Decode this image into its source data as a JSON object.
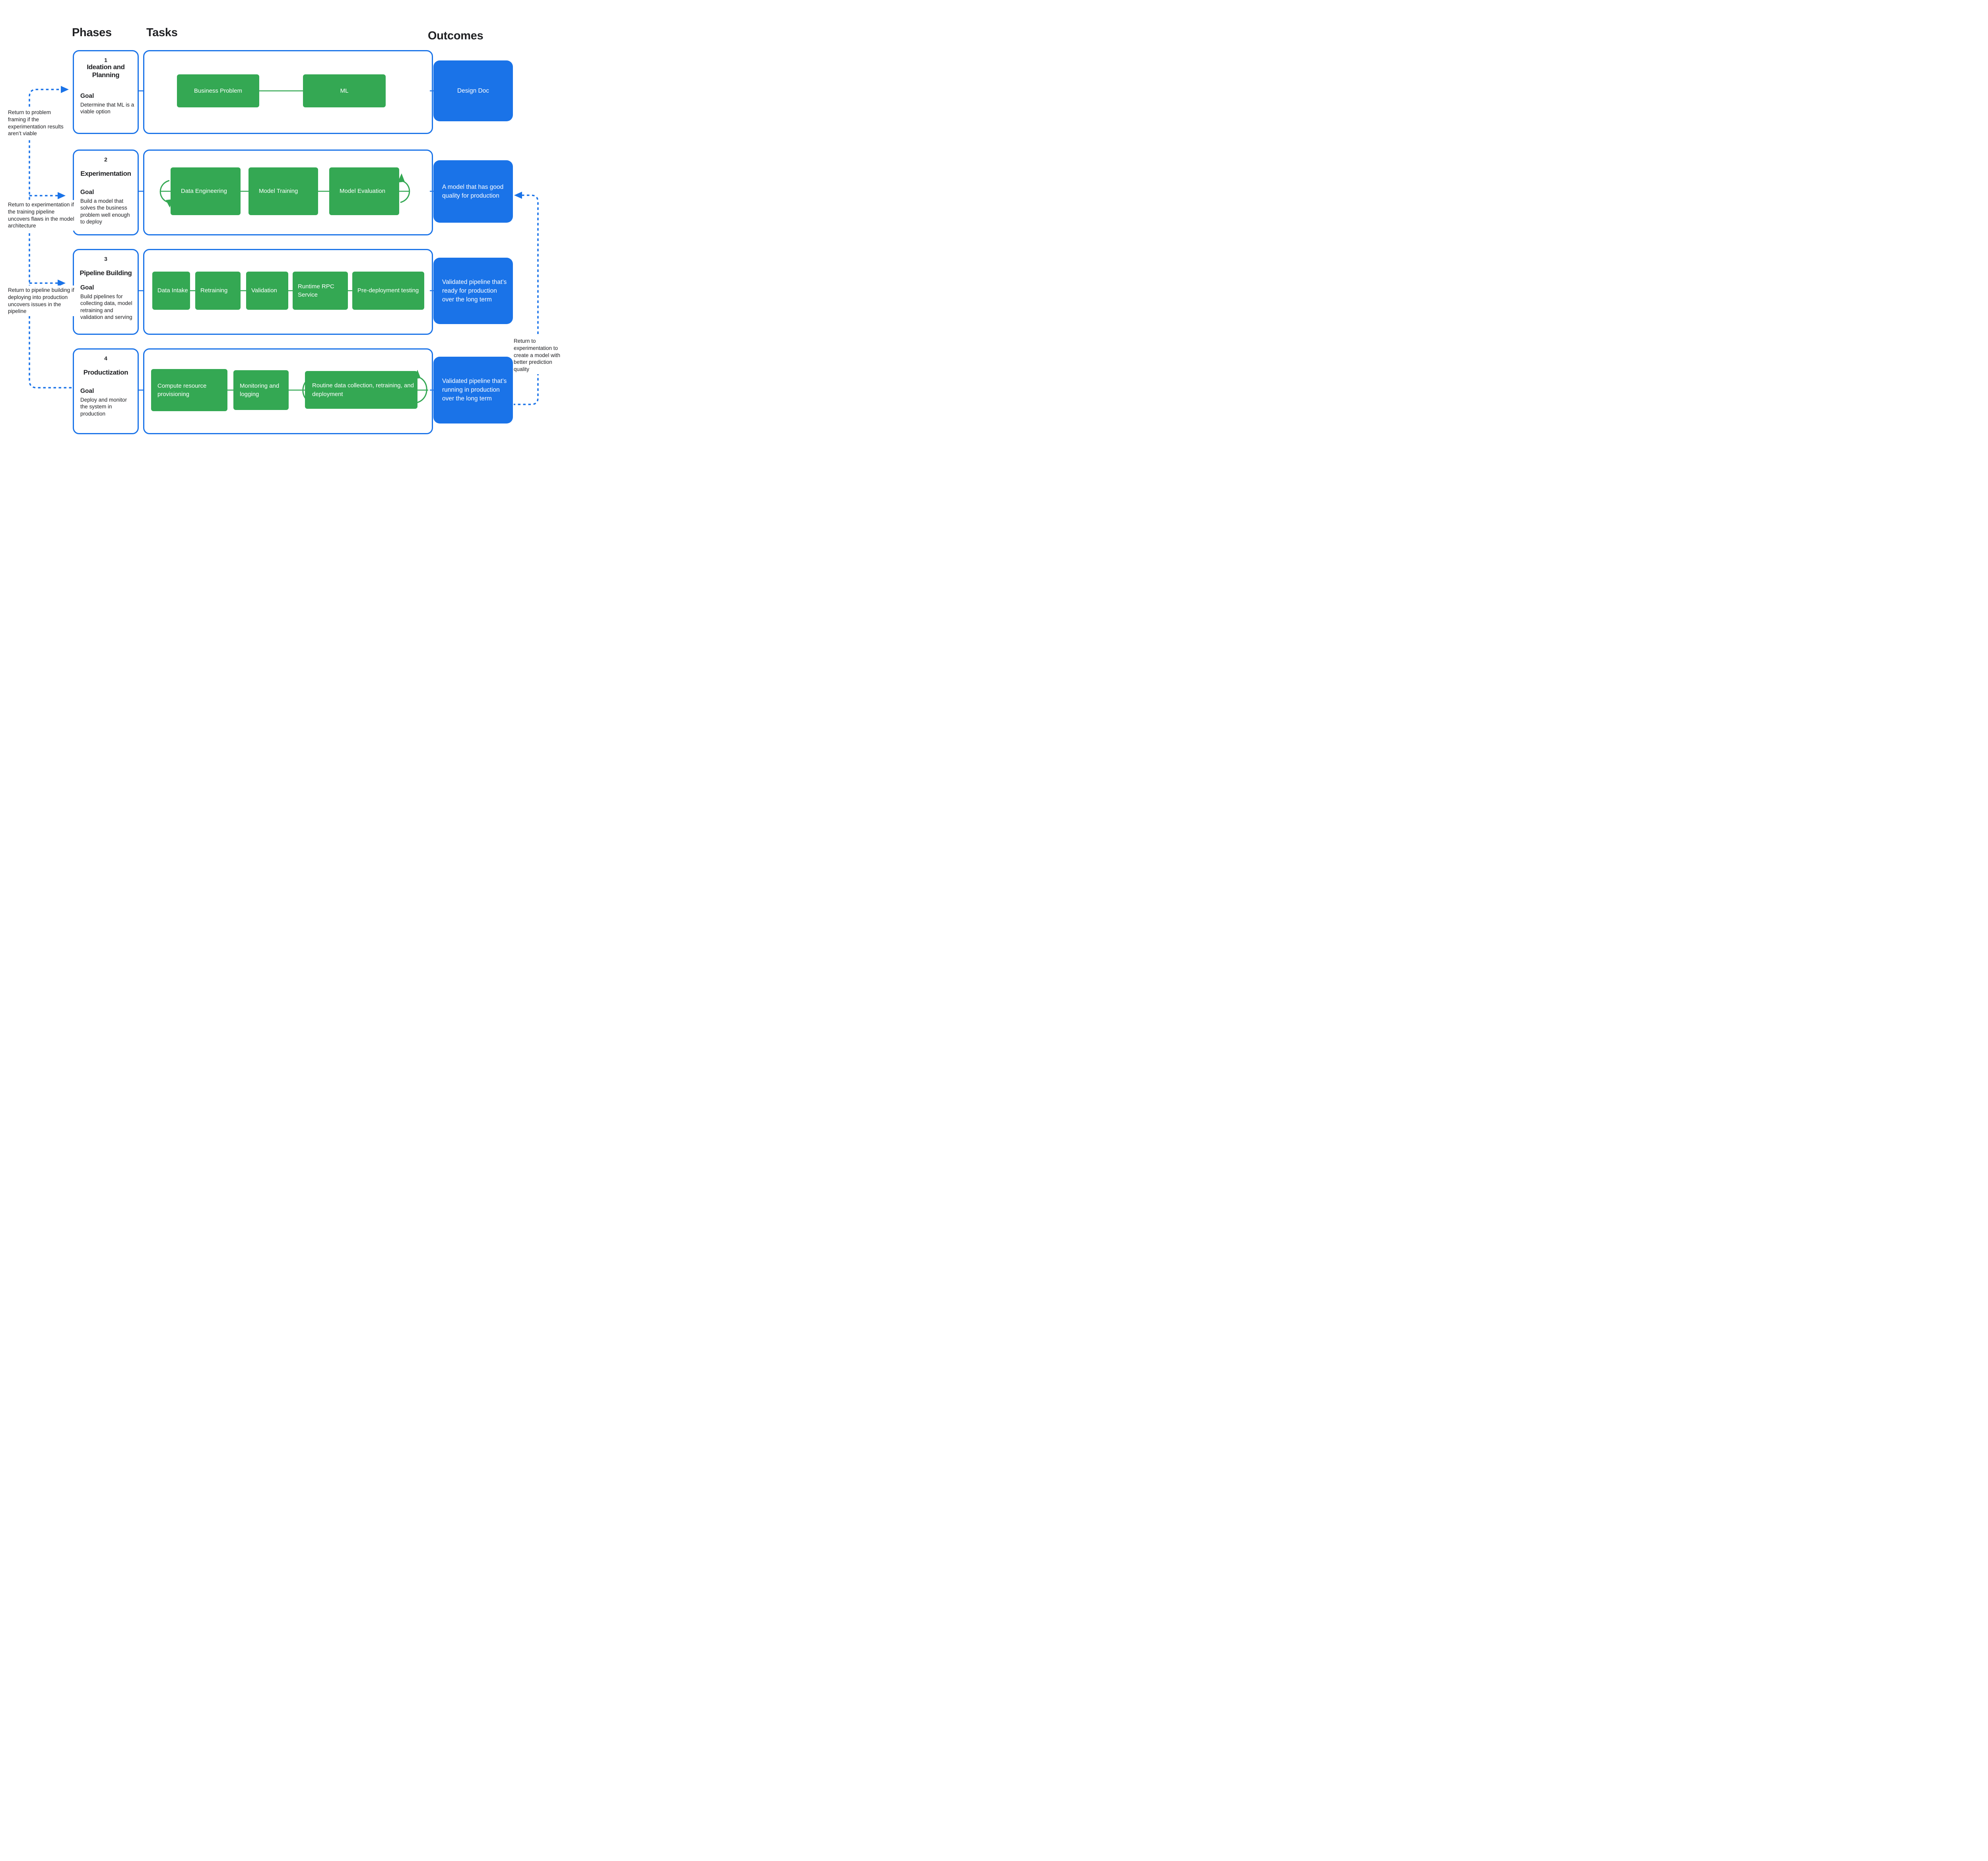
{
  "colors": {
    "blue": "#1a73e8",
    "green": "#34a853",
    "text": "#202124"
  },
  "headers": {
    "phases": "Phases",
    "tasks": "Tasks",
    "outcomes": "Outcomes"
  },
  "rows": [
    {
      "number": "1",
      "title": "Ideation and Planning",
      "goal_label": "Goal",
      "goal": "Determine that ML is a viable option",
      "tasks": [
        "Business Problem",
        "ML"
      ],
      "outcome": "Design Doc"
    },
    {
      "number": "2",
      "title": "Experimentation",
      "goal_label": "Goal",
      "goal": "Build a model that solves the business problem well enough to deploy",
      "tasks": [
        "Data Engineering",
        "Model Training",
        "Model Evaluation"
      ],
      "outcome": "A model that has good quality for production"
    },
    {
      "number": "3",
      "title": "Pipeline Building",
      "goal_label": "Goal",
      "goal": "Build pipelines for collecting data, model retraining and validation and serving",
      "tasks": [
        "Data Intake",
        "Retraining",
        "Validation",
        "Runtime RPC Service",
        "Pre-deployment testing"
      ],
      "outcome": "Validated pipeline that’s ready for production over the long term"
    },
    {
      "number": "4",
      "title": "Productization",
      "goal_label": "Goal",
      "goal": "Deploy and monitor the system in production",
      "tasks": [
        "Compute resource provisioning",
        "Monitoring and logging",
        "Routine data collection, retraining, and deployment"
      ],
      "outcome": "Validated pipeline that’s running in production over the long term"
    }
  ],
  "annotations": {
    "left": [
      "Return to problem framing if the experimentation results aren’t viable",
      "Return to experimentation if the training pipeline uncovers flaws in the model architecture",
      "Return to pipeline building if deploying into production uncovers issues in the pipeline"
    ],
    "right": "Return to experimentation to create a model with better prediction quality"
  }
}
